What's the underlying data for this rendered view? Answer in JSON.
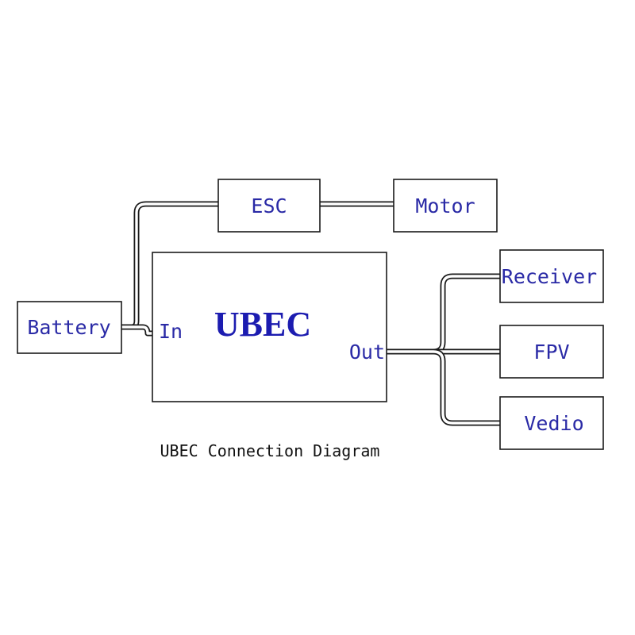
{
  "diagram": {
    "caption": "UBEC Connection Diagram",
    "nodes": {
      "battery": "Battery",
      "esc": "ESC",
      "motor": "Motor",
      "ubec": "UBEC",
      "ubec_in": "In",
      "ubec_out": "Out",
      "receiver": "Receiver",
      "fpv": "FPV",
      "vedio": "Vedio"
    },
    "edges": [
      {
        "from": "Battery",
        "to": "ESC"
      },
      {
        "from": "Battery",
        "to": "UBEC In"
      },
      {
        "from": "ESC",
        "to": "Motor"
      },
      {
        "from": "UBEC Out",
        "to": "Receiver"
      },
      {
        "from": "UBEC Out",
        "to": "FPV"
      },
      {
        "from": "UBEC Out",
        "to": "Vedio"
      }
    ],
    "colors": {
      "label": "#2a2aa6",
      "title": "#1c1cb0",
      "line": "#1a1a1a"
    }
  }
}
